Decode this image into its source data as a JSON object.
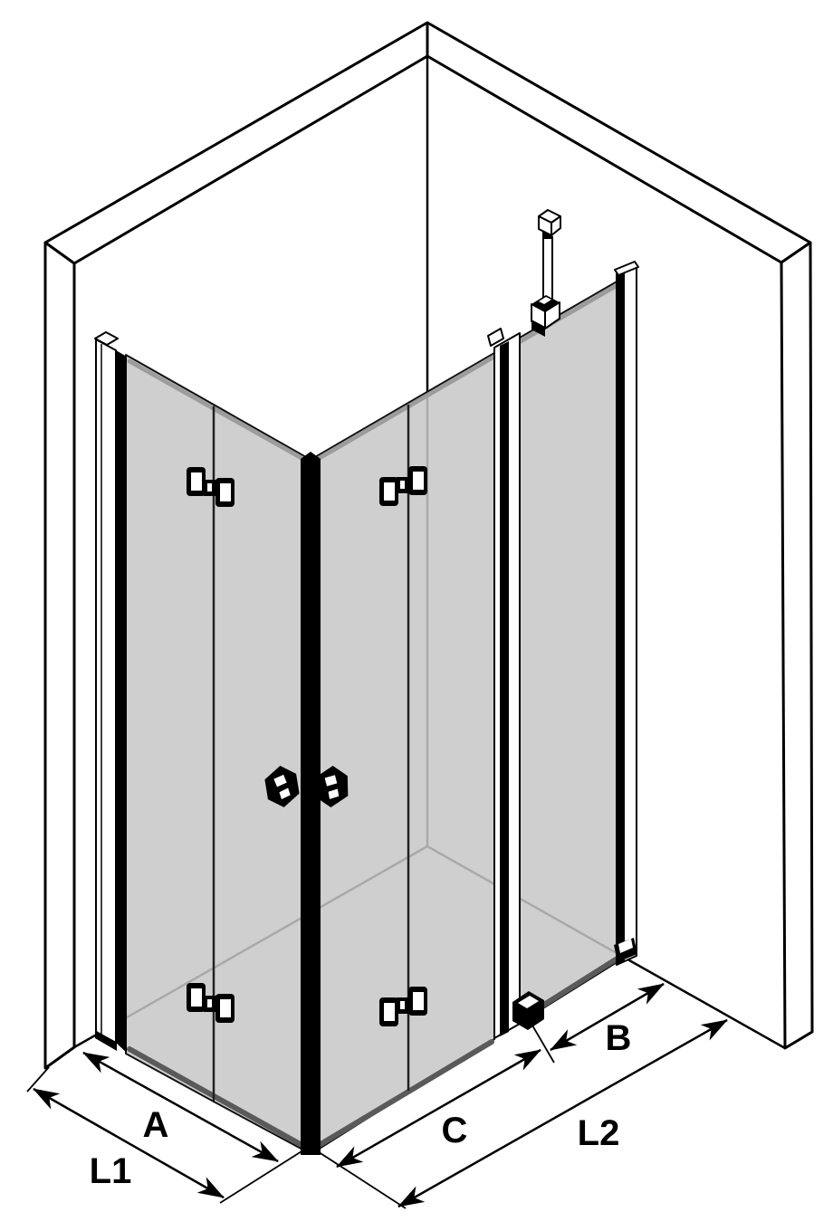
{
  "diagram": {
    "kind": "isometric-technical-line-drawing",
    "subject": "corner shower enclosure with two bi-fold glass doors and fixed side panel",
    "dimension_labels": {
      "a": "A",
      "b": "B",
      "c": "C",
      "l1": "L1",
      "l2": "L2"
    },
    "colors": {
      "line": "#000000",
      "glass": "#c7c7c7",
      "glass_edge_top": "#9c9c9c",
      "glass_edge_bottom": "#5a5a5a",
      "background": "#ffffff"
    },
    "components": [
      "left-wall",
      "right-wall",
      "floor",
      "bifold-door-left",
      "bifold-door-front",
      "fixed-panel-right",
      "wall-profile-left",
      "fixed-profile",
      "wall-profile-right",
      "glass-hinges",
      "door-knobs",
      "ceiling-support-bar",
      "bottom-stopper"
    ]
  }
}
